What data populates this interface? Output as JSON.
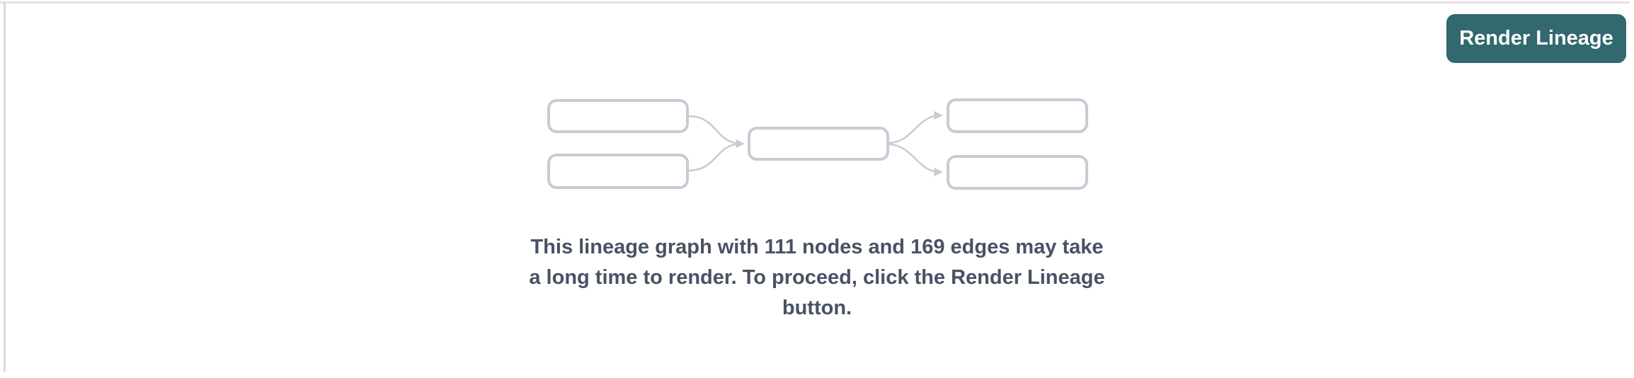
{
  "panel": {
    "name": "lineage-panel",
    "render_button_label": "Render Lineage"
  },
  "message": {
    "full_text": "This lineage graph with 111 nodes and 169 edges may take a long time to render. To proceed, click the Render Lineage button.",
    "lines": [
      "This lineage graph with 111 nodes and 169 edges may take",
      "a long time to render. To proceed, click the Render Lineage",
      "button."
    ],
    "node_count": "111",
    "edge_count": "169"
  },
  "icons": {
    "lineage_graph_icon": "placeholder-dag-with-5-nodes-and-4-curved-arrows"
  },
  "colors": {
    "accent_teal": "#32696e",
    "button_text": "#ffffff",
    "message_text": "#485264",
    "diagram_stroke": "#c7ccd4",
    "panel_border": "#e3e3e7"
  }
}
